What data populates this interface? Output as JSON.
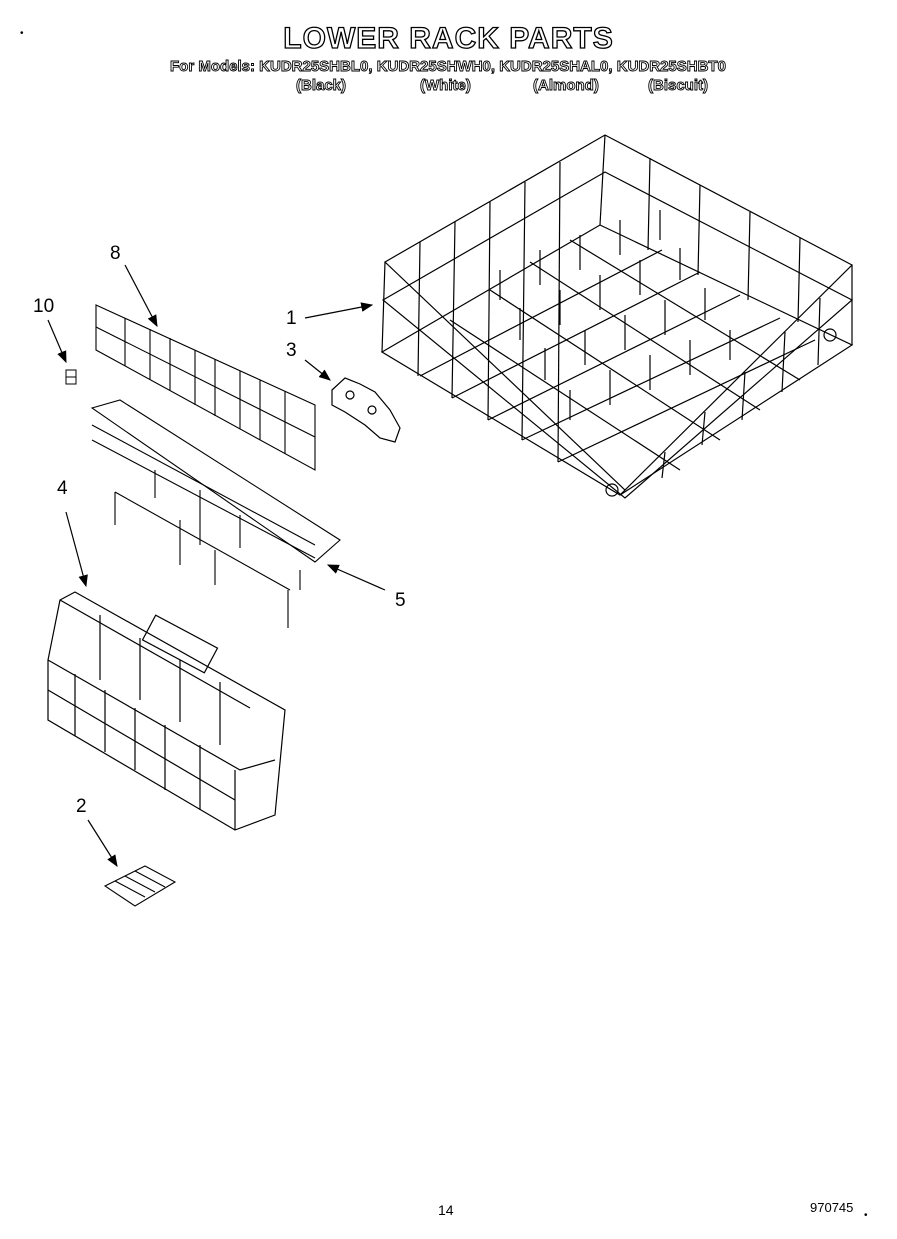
{
  "title": "LOWER RACK PARTS",
  "models_line": "For Models: KUDR25SHBL0, KUDR25SHWH0, KUDR25SHAL0, KUDR25SHBT0",
  "colors": [
    "(Black)",
    "(White)",
    "(Almond)",
    "(Biscuit)"
  ],
  "callouts": {
    "c1": "1",
    "c2": "2",
    "c3": "3",
    "c4": "4",
    "c5": "5",
    "c8": "8",
    "c10": "10"
  },
  "parts": [
    {
      "id": "1",
      "name": "lower-rack"
    },
    {
      "id": "2",
      "name": "basket-cover"
    },
    {
      "id": "3",
      "name": "rack-clip"
    },
    {
      "id": "4",
      "name": "silverware-basket"
    },
    {
      "id": "5",
      "name": "tine-row"
    },
    {
      "id": "8",
      "name": "shield"
    },
    {
      "id": "10",
      "name": "small-clip"
    }
  ],
  "footer": {
    "page": "14",
    "doc_code": "970745",
    "mark": "•"
  },
  "corner_mark": "•"
}
